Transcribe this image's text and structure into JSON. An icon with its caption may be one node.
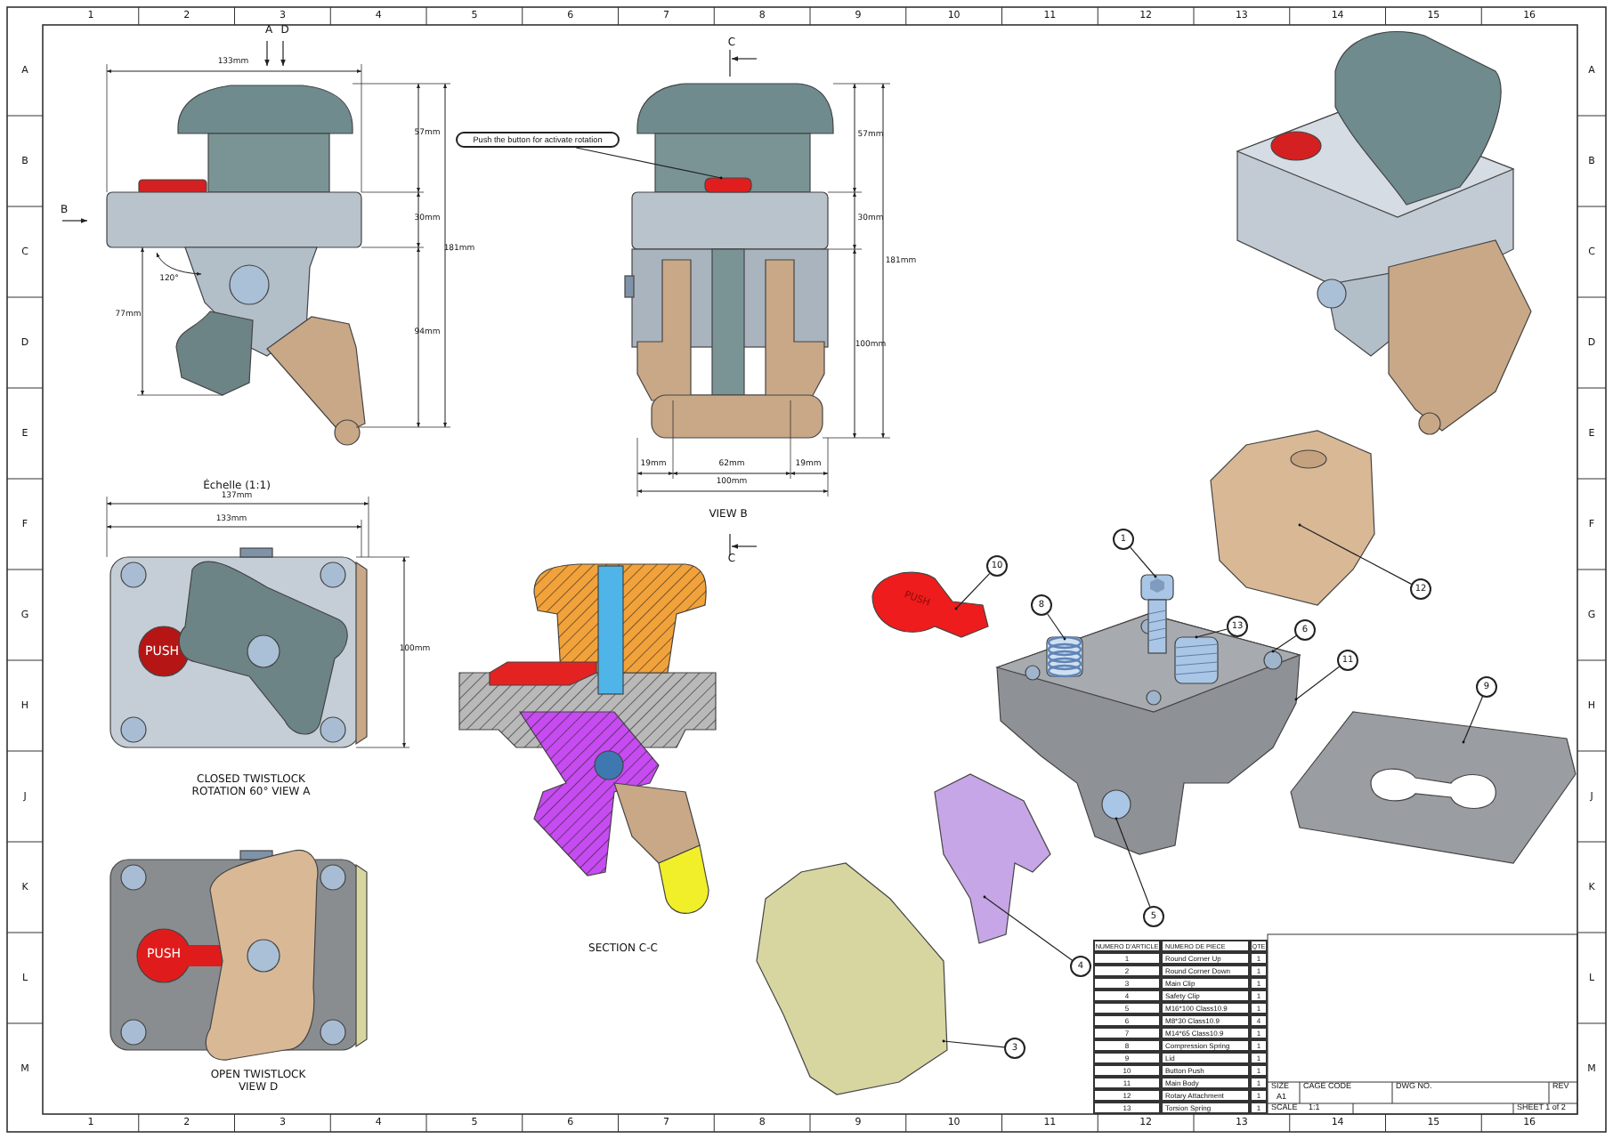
{
  "diagram": {
    "nodes": [
      {
        "text": [
          "Push the button for activate rotation"
        ]
      },
      {
        "text": [],
        "shape": "box"
      },
      {
        "text": [
          "1"
        ]
      },
      {
        "text": [],
        "shape": "picture"
      },
      {
        "text": [
          "10"
        ]
      },
      {
        "text": [],
        "shape": "picture"
      },
      {
        "text": [
          "12"
        ]
      },
      {
        "text": [],
        "shape": "picture"
      },
      {
        "text": [
          "8"
        ]
      },
      {
        "text": [],
        "shape": "picture",
        "in": 15
      },
      {
        "text": [
          "13"
        ]
      },
      {
        "text": [],
        "shape": "picture",
        "in": 15
      },
      {
        "text": [
          "6"
        ]
      },
      {
        "text": [],
        "shape": "circle",
        "in": 15
      },
      {
        "text": [
          "11"
        ]
      },
      {
        "text": [],
        "shape": "picture"
      },
      {
        "text": [
          "9"
        ]
      },
      {
        "text": [],
        "shape": "picture"
      },
      {
        "text": [
          "5"
        ]
      },
      {
        "text": [],
        "shape": "circle",
        "in": 15
      },
      {
        "text": [
          "4"
        ]
      },
      {
        "text": [],
        "shape": "picture"
      },
      {
        "text": [
          "3"
        ]
      },
      {
        "text": [],
        "shape": "picture"
      }
    ],
    "edges": [
      {
        "from": 0,
        "to": 1,
        "arrow": "other"
      },
      {
        "from": 2,
        "to": 3,
        "arrow": "other"
      },
      {
        "from": 4,
        "to": 5,
        "arrow": "other"
      },
      {
        "from": 6,
        "to": 7,
        "arrow": "other"
      },
      {
        "from": 8,
        "to": 9,
        "arrow": "other"
      },
      {
        "from": 10,
        "to": 11,
        "arrow": "other"
      },
      {
        "from": 12,
        "to": 13,
        "arrow": "other"
      },
      {
        "from": 14,
        "to": 15,
        "arrow": "other"
      },
      {
        "from": 16,
        "to": 17,
        "arrow": "other"
      },
      {
        "from": 18,
        "to": 19,
        "arrow": "other"
      },
      {
        "from": 20,
        "to": 21,
        "arrow": "other"
      },
      {
        "from": 22,
        "to": 23,
        "arrow": "other"
      }
    ],
    "labels": [
      "1",
      "2",
      "3",
      "4",
      "5",
      "6",
      "7",
      "8",
      "9",
      "10",
      "11",
      "12",
      "13",
      "14",
      "15",
      "16",
      "A",
      "B",
      "C",
      "D",
      "E",
      "F",
      "G",
      "H",
      "J",
      "K",
      "L",
      "M",
      "A",
      "B",
      "C",
      "D",
      "E",
      "F",
      "G",
      "H",
      "J",
      "K",
      "L",
      "M",
      "1",
      "2",
      "3",
      "4",
      "5",
      "6",
      "7",
      "8",
      "9",
      "10",
      "11",
      "12",
      "13",
      "14",
      "15",
      "16",
      "A",
      "D",
      "B",
      "133mm",
      "57mm",
      "30mm",
      "181mm",
      "120°",
      "77mm",
      "94mm",
      "C",
      "57mm",
      "30mm",
      "181mm",
      "100mm",
      "19mm",
      "62mm",
      "19mm",
      "100mm",
      "Échelle (1:1)",
      "VIEW B",
      "137mm",
      "133mm",
      "C",
      "100mm",
      "PUSH",
      "PUSH",
      "CLOSED TWISTLOCK ROTATION 60° VIEW A",
      "SECTION C-C",
      "PUSH",
      "OPEN TWISTLOCK VIEW D",
      "NUMERO D'ARTICLE",
      "NUMERO DE PIECE",
      "QTE",
      "1",
      "Round Corner Up",
      "1",
      "2",
      "Round Corner Down",
      "1",
      "3",
      "Main Clip",
      "1",
      "4",
      "Safety Clip",
      "1",
      "5",
      "M16*100 Class10.9",
      "1",
      "6",
      "M8*30 Class10.9",
      "4",
      "7",
      "M14*65 Class10.9",
      "1",
      "8",
      "Compression Spring",
      "1",
      "9",
      "Lid",
      "1",
      "10",
      "Button Push",
      "1",
      "11",
      "Main Body",
      "1",
      "12",
      "Rotary Attachment",
      "1",
      "13",
      "Torsion Spring",
      "1",
      "SIZE",
      "CAGE CODE",
      "DWG NO.",
      "REV",
      "A1",
      "SCALE",
      "1:1",
      "SHEET 1 of 2"
    ]
  }
}
